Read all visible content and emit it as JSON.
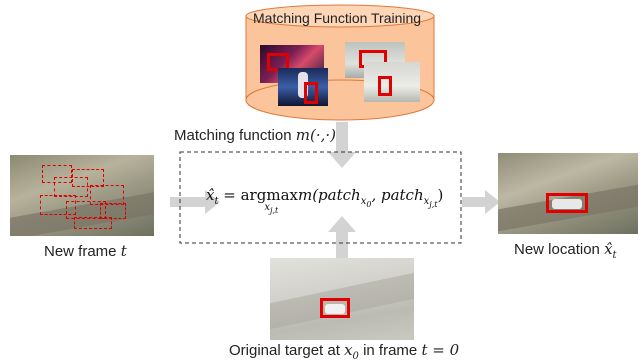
{
  "diagram": {
    "db_title": "Matching Function Training",
    "matching_label": "Matching function m(·,·)",
    "matching_prefix": "Matching function ",
    "matching_symbol": "m(·,·)",
    "equation": {
      "lhs": "x̂",
      "lhs_sub": "t",
      "op": "= arg",
      "max": "max",
      "max_sub": "x",
      "max_sub_sub": "j,t",
      "func": "m(patch",
      "arg1_sub": "x",
      "arg1_subsub": "0",
      "comma": ", patch",
      "arg2_sub": "x",
      "arg2_subsub": "j,t",
      "close": ")"
    },
    "new_frame_label": "New frame",
    "new_frame_var": "t",
    "new_location_label": "New location",
    "new_location_var": "x̂",
    "new_location_sub": "t",
    "original_label_a": "Original target at",
    "original_var": "x",
    "original_sub": "0",
    "original_label_b": "in frame",
    "original_eq": "t = 0"
  },
  "colors": {
    "db_fill": "#fbc49a",
    "db_stroke": "#e07a3a",
    "arrow": "#d3d3d3",
    "box_red": "#e00000",
    "dashed_border": "#333333"
  }
}
